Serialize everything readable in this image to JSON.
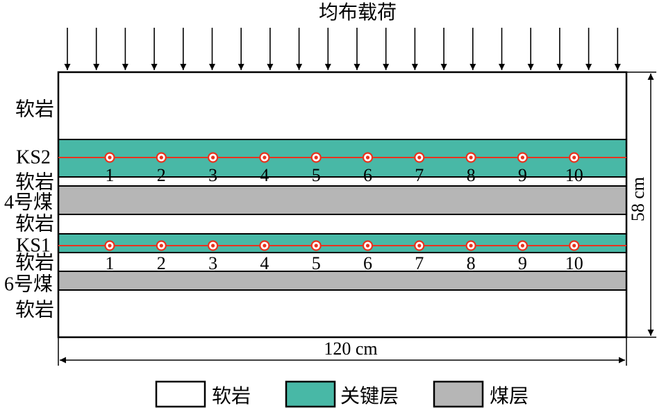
{
  "load_title": "均布载荷",
  "strata": [
    {
      "id": "soft-rock-top",
      "label": "软岩",
      "type": "soft_rock"
    },
    {
      "id": "key-stratum-2",
      "label": "KS2",
      "type": "key_stratum",
      "measure_points": [
        "1",
        "2",
        "3",
        "4",
        "5",
        "6",
        "7",
        "8",
        "9",
        "10"
      ]
    },
    {
      "id": "soft-rock-2",
      "label": "软岩",
      "type": "soft_rock"
    },
    {
      "id": "coal-4",
      "label": "4号煤",
      "type": "coal"
    },
    {
      "id": "soft-rock-3",
      "label": "软岩",
      "type": "soft_rock"
    },
    {
      "id": "key-stratum-1",
      "label": "KS1",
      "type": "key_stratum",
      "measure_points": [
        "1",
        "2",
        "3",
        "4",
        "5",
        "6",
        "7",
        "8",
        "9",
        "10"
      ]
    },
    {
      "id": "soft-rock-4",
      "label": "软岩",
      "type": "soft_rock"
    },
    {
      "id": "coal-6",
      "label": "6号煤",
      "type": "coal"
    },
    {
      "id": "soft-rock-bottom",
      "label": "软岩",
      "type": "soft_rock"
    }
  ],
  "dimensions": {
    "width_label": "120 cm",
    "height_label": "58 cm"
  },
  "legend": [
    {
      "label": "软岩",
      "color": "#ffffff"
    },
    {
      "label": "关键层",
      "color": "#48b8a6"
    },
    {
      "label": "煤层",
      "color": "#b6b6b6"
    }
  ],
  "colors": {
    "soft_rock": "#ffffff",
    "key_stratum": "#48b8a6",
    "coal": "#b6b6b6",
    "measure_line": "#e8321e",
    "outline": "#000000"
  }
}
